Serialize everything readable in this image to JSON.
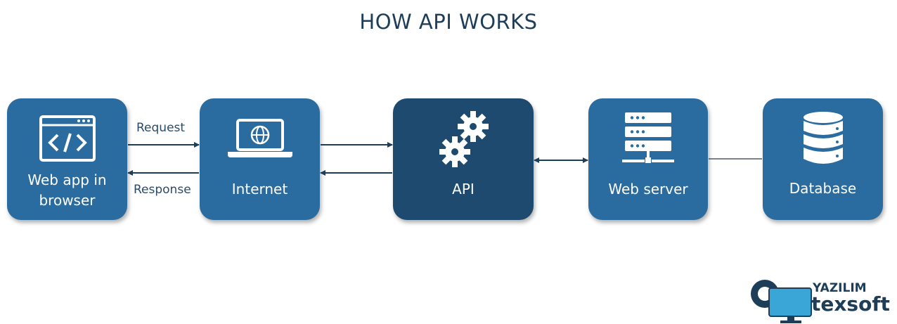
{
  "title": "HOW API WORKS",
  "colors": {
    "node": "#2b6ca0",
    "api_node": "#1e4a70",
    "arrow": "#1e3d59",
    "text": "#ffffff"
  },
  "nodes": {
    "webapp": {
      "label_line1": "Web app in",
      "label_line2": "browser",
      "icon": "code-window-icon"
    },
    "internet": {
      "label": "Internet",
      "icon": "laptop-globe-icon"
    },
    "api": {
      "label": "API",
      "icon": "gears-icon"
    },
    "webserver": {
      "label": "Web server",
      "icon": "server-rack-icon"
    },
    "database": {
      "label": "Database",
      "icon": "database-icon"
    }
  },
  "edges": {
    "request": "Request",
    "response": "Response"
  },
  "logo": {
    "line1": "YAZILIM",
    "line2": "texsoft"
  }
}
